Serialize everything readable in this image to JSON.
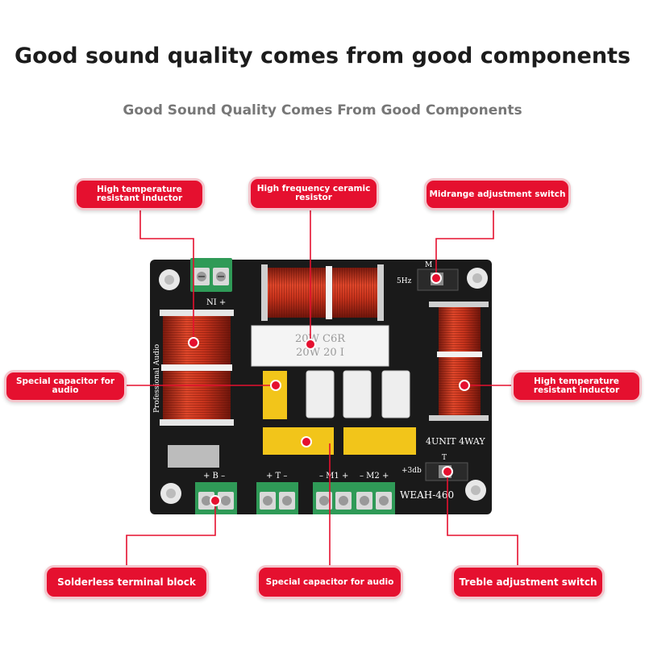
{
  "header": {
    "title": "Good sound quality comes from good components",
    "subtitle": "Good Sound Quality Comes From Good Components"
  },
  "callouts": {
    "inductor_left": "High temperature resistant inductor",
    "ceramic_resistor": "High frequency ceramic resistor",
    "midrange_switch": "Midrange adjustment switch",
    "capacitor_left": "Special capacitor for audio",
    "inductor_right": "High temperature resistant inductor",
    "terminal_block": "Solderless terminal block",
    "capacitor_bottom": "Special capacitor for audio",
    "treble_switch": "Treble adjustment switch"
  },
  "board": {
    "model": "WEAH-460",
    "spec": "4UNIT  4WAY",
    "vertical_text": "Professional Audio",
    "ni_label": "NI +",
    "m_label": "M",
    "hz_label": "5Hz",
    "t_label": "T",
    "db_label": "+3db",
    "b_label": "+ B –",
    "t_term_label": "+ T –",
    "m1_label": "– M1 +",
    "m2_label": "– M2 +",
    "resistor_text_1": "20W  C6R",
    "resistor_text_2": "20W  20 I"
  },
  "colors": {
    "label_bg": "#e5102f",
    "board": "#1a1a1a",
    "copper": "#c8331c",
    "yellow_cap": "#f2c51a",
    "terminal": "#2f9a57"
  }
}
